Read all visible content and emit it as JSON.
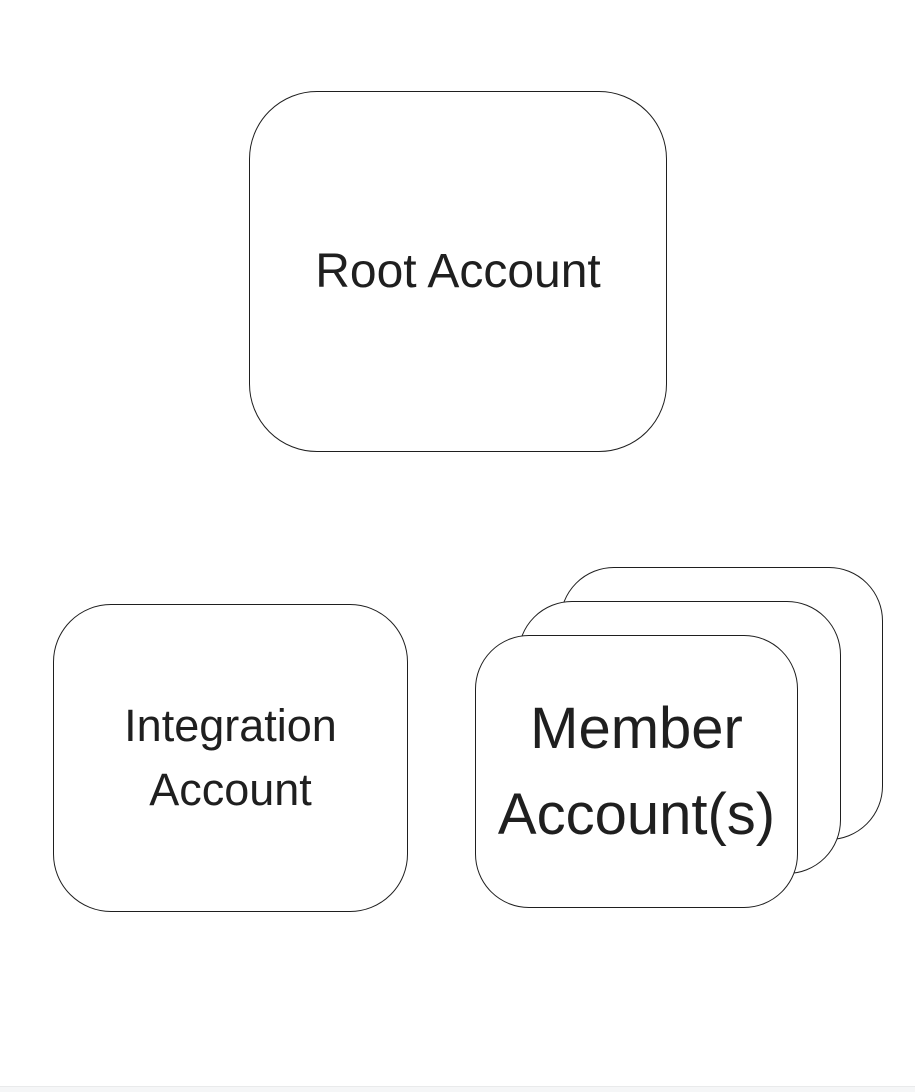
{
  "colors": {
    "canvas-bg": "#ffffff",
    "stroke": "#1f1f1f",
    "text": "#1f1f1f",
    "footer-bg": "#f5f6f7",
    "footer-border": "#e9eaeb"
  },
  "diagram": {
    "type": "account-structure",
    "nodes": {
      "root": {
        "label": "Root Account"
      },
      "integration": {
        "label": "Integration\nAccount"
      },
      "member": {
        "label": "Member\nAccount(s)",
        "stack_count": 3
      }
    }
  }
}
